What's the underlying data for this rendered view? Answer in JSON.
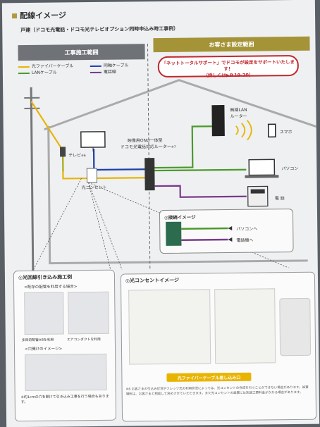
{
  "header": {
    "title": "配線イメージ",
    "subtitle": "戸建（ドコモ光電話・ドコモ光テレビオプション同時申込み時工事例）"
  },
  "bands": {
    "left": "工事施工範囲",
    "right": "お客さま設定範囲"
  },
  "callout": {
    "line1": "「ネットトータルサポート」でドコモが設定をサポートいたします！",
    "line2": "（詳しくは▶P.19-20）"
  },
  "legend": {
    "fiber": "光ファイバーケーブル",
    "coax": "同軸ケーブル",
    "lan": "LANケーブル",
    "phone": "電話線"
  },
  "colors": {
    "fiber": "#e9b400",
    "coax": "#1f3fa8",
    "lan": "#4a9a2a",
    "phone": "#7a3a8a",
    "accent": "#a59338",
    "red": "#c1272d"
  },
  "devices": {
    "tv": "テレビ",
    "tv_note": "※6",
    "onu": "映像用ONU一体型",
    "router": "ドコモ光電話対応ルーター",
    "router_note": "※7",
    "outlet": "光コンセント",
    "wlan_router": "無線LAN\nルーター",
    "smartphone": "スマホ",
    "pc": "パソコン",
    "phone": "電 話"
  },
  "connection": {
    "title": "◎接続イメージ",
    "to_pc": "パソコンへ",
    "to_phone": "電話機へ"
  },
  "panelA": {
    "title": "◎光回線引き込み施工例",
    "sub1": "<既存の配管を利用する場合>",
    "cap1": "多目的配管※8を利用",
    "cap2": "エアコンダクトを利用",
    "sub2": "<穴開けのイメージ>",
    "note": "※約1cmの穴を開けて引き込み工事を行う場合もあります。"
  },
  "panelB": {
    "title": "◎光コンセントイメージ",
    "fiber_label": "光ファイバーケーブル差し込み口"
  },
  "footnote": "※6 お客さまの引込み状況やフレッツ光の利用状況によっては、光コンセントの作成を行うことができない場合があります。設置場所は、お客さまと相談して決めさせていただきます。また光コンセントの設置には別途工事料金がかかる場合があります。"
}
